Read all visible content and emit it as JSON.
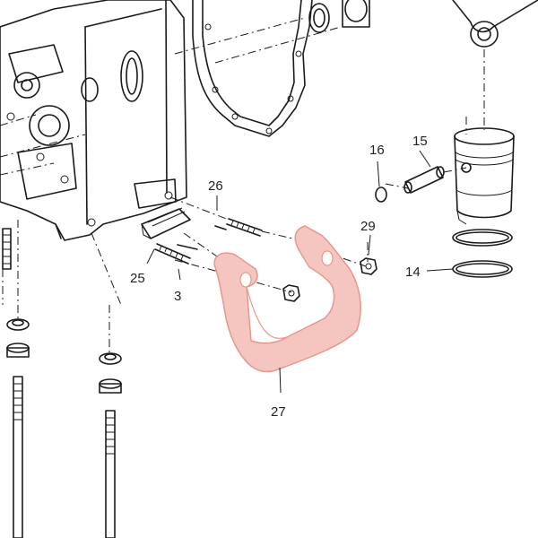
{
  "callouts": {
    "c3": "3",
    "c14": "14",
    "c15": "15",
    "c16": "16",
    "c25": "25",
    "c26": "26",
    "c27": "27",
    "c29": "29"
  },
  "colors": {
    "highlight_fill": "#f5c6c0",
    "highlight_stroke": "#e8968c",
    "line": "#1a1a1a"
  }
}
